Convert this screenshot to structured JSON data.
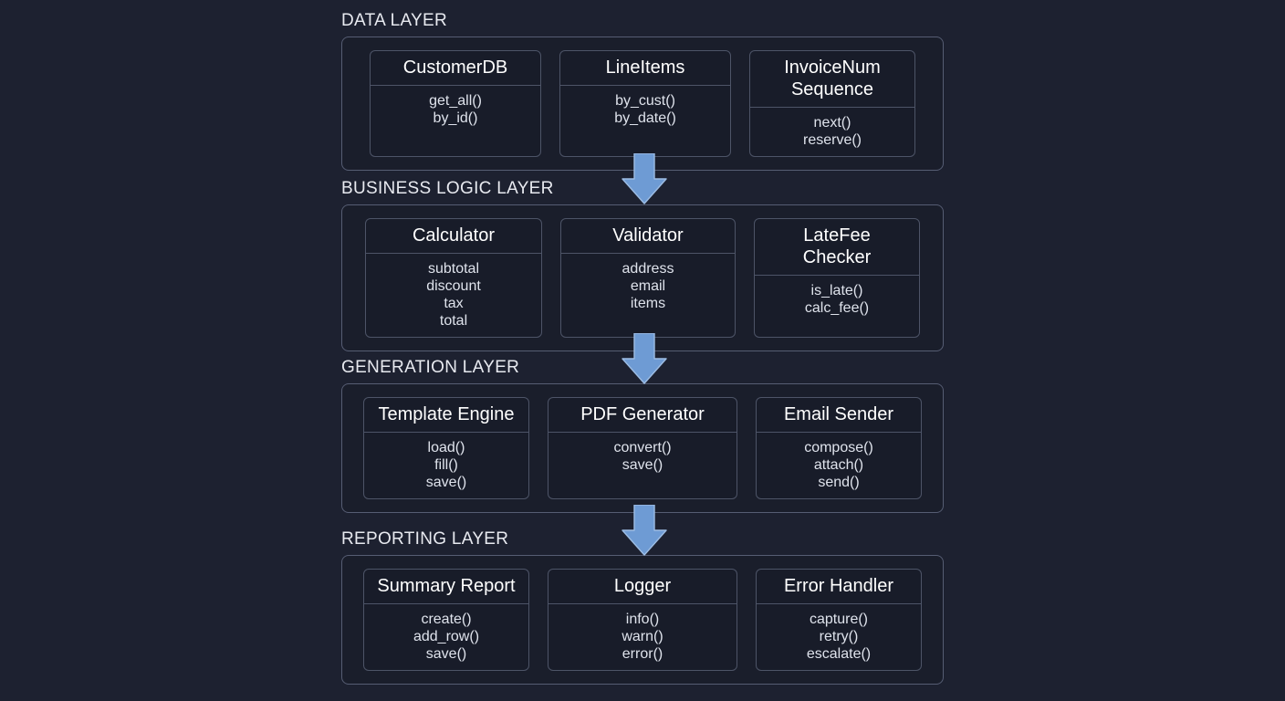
{
  "theme": {
    "background": "#1d2130",
    "container_fill": "#1a1e2b",
    "card_fill": "#181c29",
    "container_border": "#565d73",
    "card_border": "#4d5467",
    "title_color": "#ffffff",
    "body_color": "#dfe3ec",
    "label_color": "#e8eaf0",
    "arrow_color": "#6e9bd4",
    "arrow_stroke": "#9dbde4"
  },
  "diagram": {
    "layers": [
      {
        "label": "DATA LAYER",
        "cards": [
          {
            "title": "CustomerDB",
            "members": "get_all()\nby_id()"
          },
          {
            "title": "LineItems",
            "members": "by_cust()\nby_date()"
          },
          {
            "title": "InvoiceNum\nSequence",
            "members": "next()\nreserve()"
          }
        ]
      },
      {
        "label": "BUSINESS LOGIC LAYER",
        "cards": [
          {
            "title": "Calculator",
            "members": "subtotal\ndiscount\ntax\ntotal"
          },
          {
            "title": "Validator",
            "members": "address\nemail\nitems"
          },
          {
            "title": "LateFee\nChecker",
            "members": "is_late()\ncalc_fee()"
          }
        ]
      },
      {
        "label": "GENERATION LAYER",
        "cards": [
          {
            "title": "Template Engine",
            "members": "load()\nfill()\nsave()"
          },
          {
            "title": "PDF Generator",
            "members": "convert()\nsave()"
          },
          {
            "title": "Email Sender",
            "members": "compose()\nattach()\nsend()"
          }
        ]
      },
      {
        "label": "REPORTING LAYER",
        "cards": [
          {
            "title": "Summary Report",
            "members": "create()\nadd_row()\nsave()"
          },
          {
            "title": "Logger",
            "members": "info()\nwarn()\nerror()"
          },
          {
            "title": "Error Handler",
            "members": "capture()\nretry()\nescalate()"
          }
        ]
      }
    ],
    "connectors": [
      {
        "name": "arrow-data-to-logic",
        "icon": "arrow-down-icon"
      },
      {
        "name": "arrow-logic-to-generation",
        "icon": "arrow-down-icon"
      },
      {
        "name": "arrow-generation-to-reporting",
        "icon": "arrow-down-icon"
      }
    ]
  }
}
